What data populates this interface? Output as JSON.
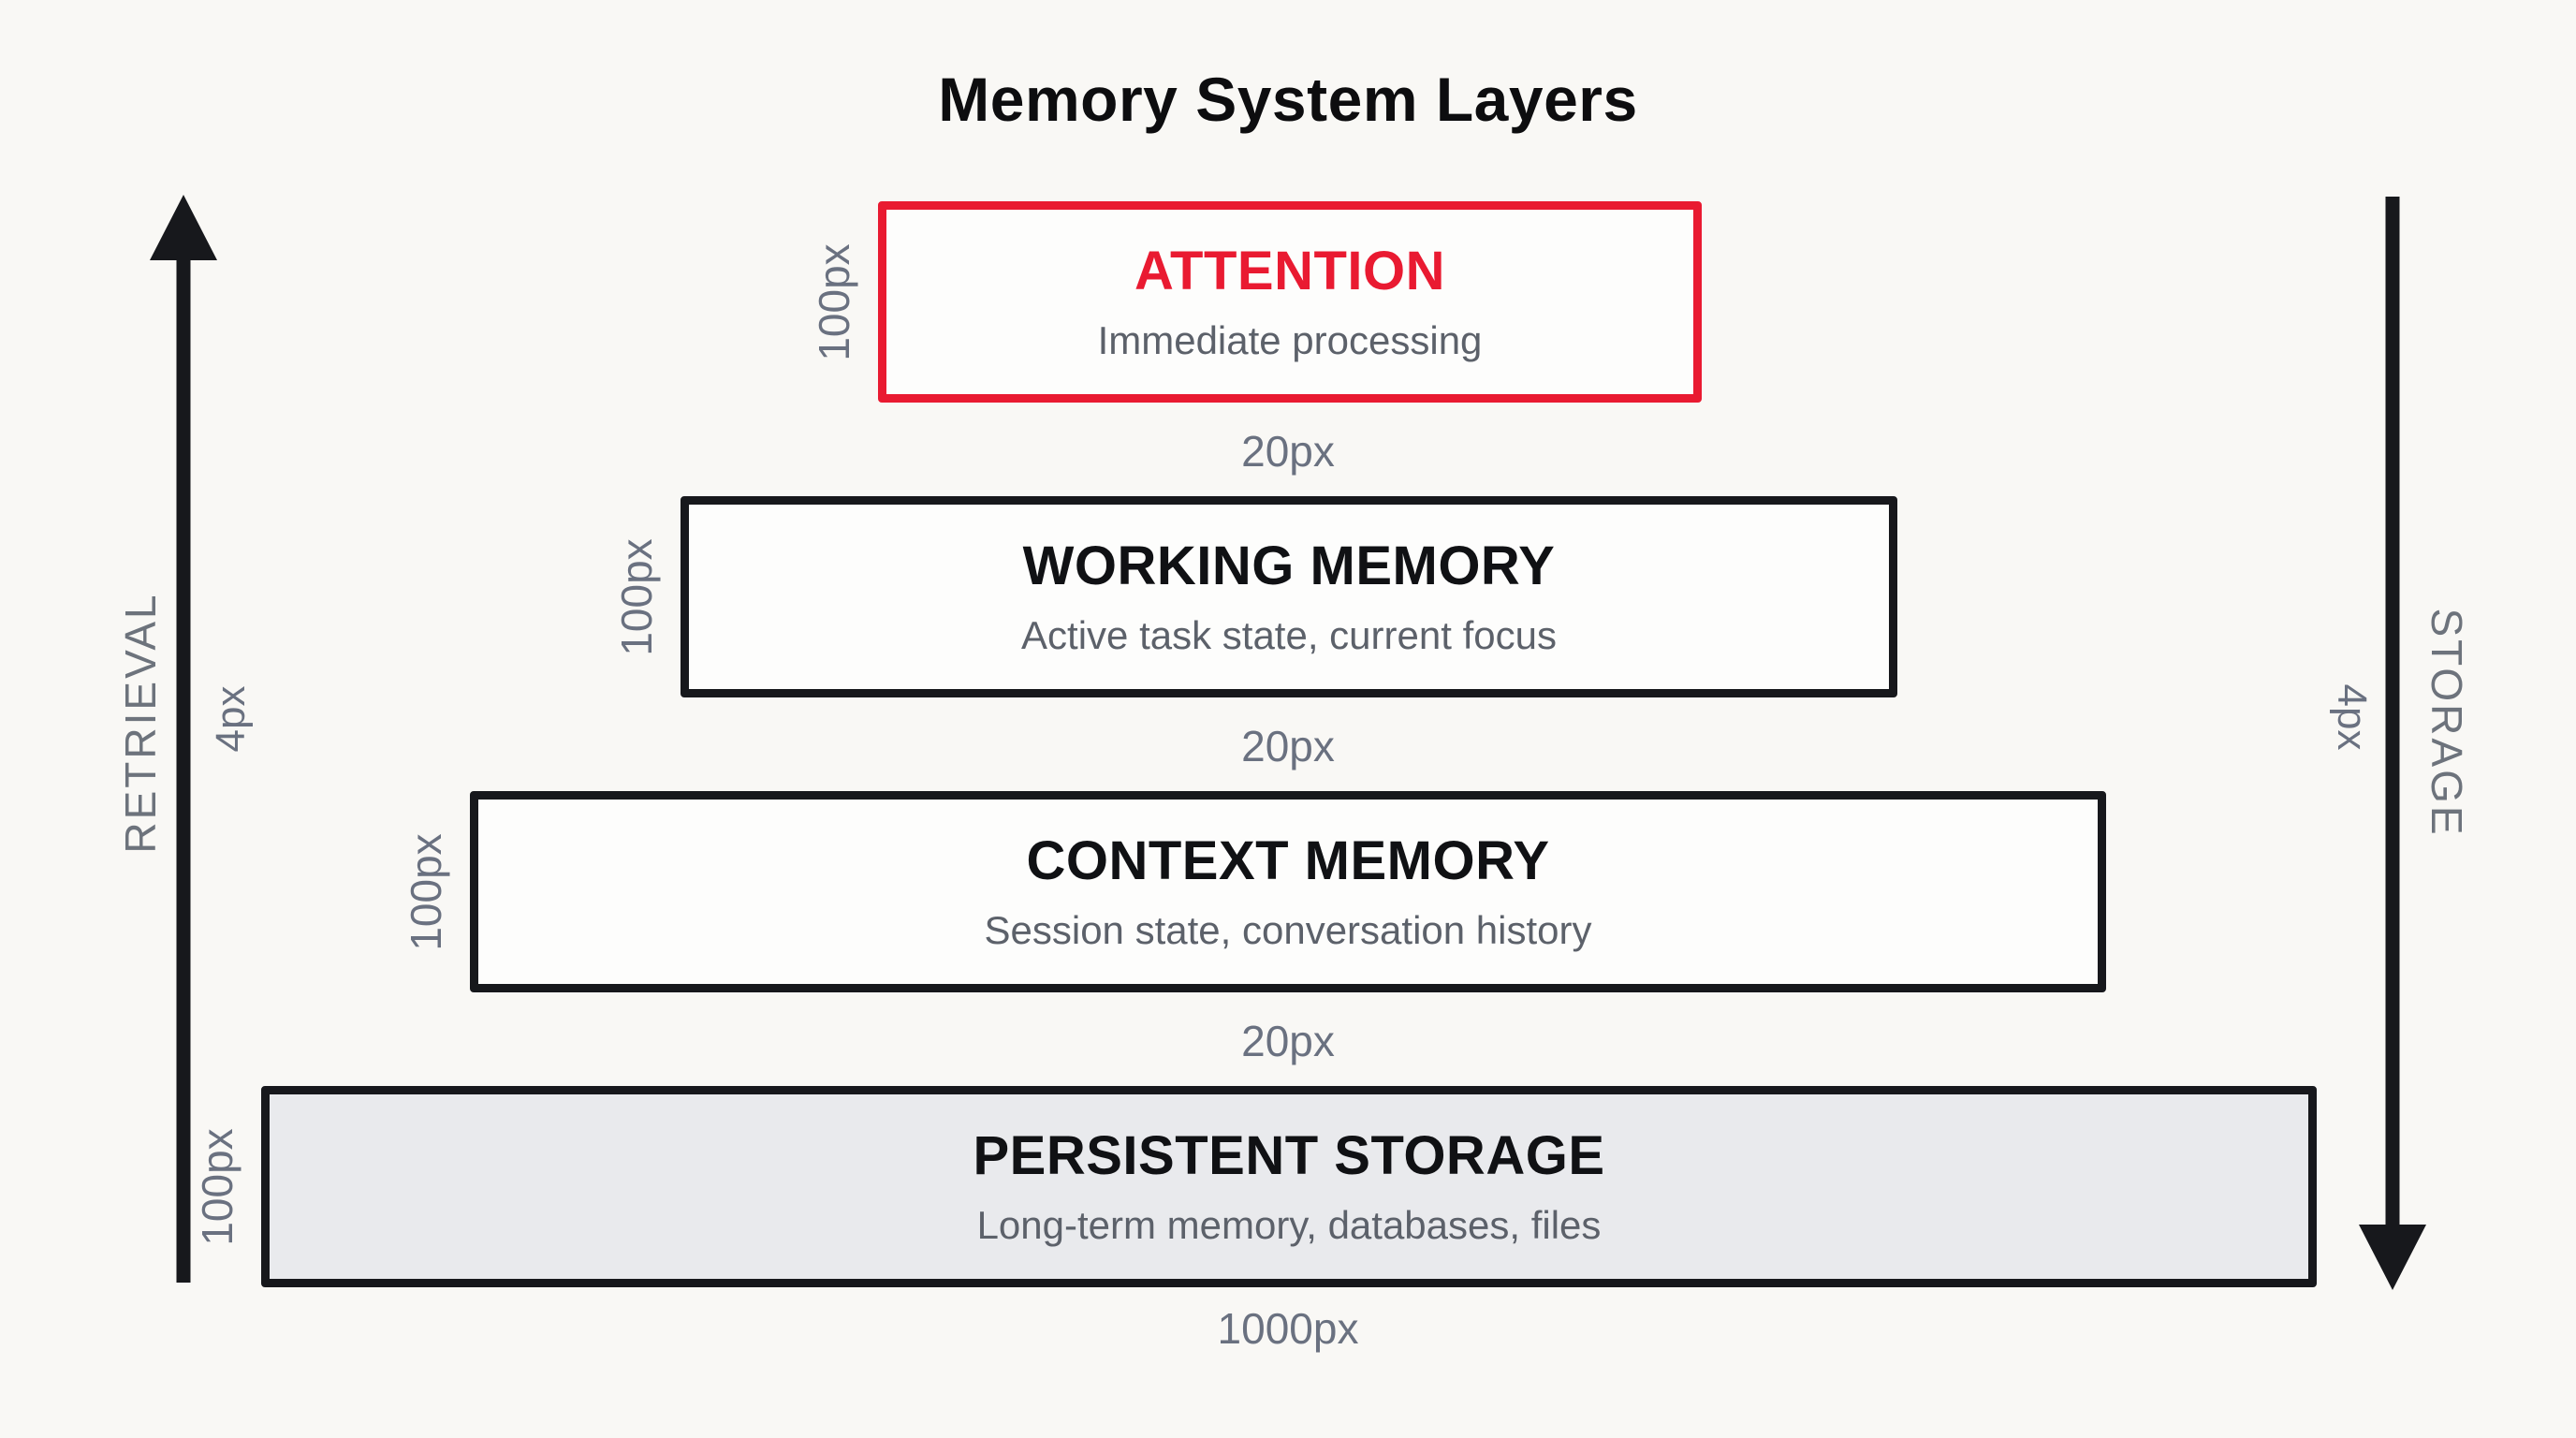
{
  "title": "Memory System Layers",
  "colors": {
    "background": "#f9f8f5",
    "accent_red": "#e91a31",
    "line_black": "#17181c",
    "label_gray": "#6a7180",
    "subtitle_gray": "#5c616a",
    "persistent_fill": "#e9eaed",
    "box_fill": "#fdfdfc"
  },
  "layers": [
    {
      "title": "ATTENTION",
      "subtitle": "Immediate processing",
      "height_label": "100px",
      "border": "red"
    },
    {
      "title": "WORKING MEMORY",
      "subtitle": "Active task state, current focus",
      "height_label": "100px",
      "border": "black"
    },
    {
      "title": "CONTEXT MEMORY",
      "subtitle": "Session state, conversation history",
      "height_label": "100px",
      "border": "black"
    },
    {
      "title": "PERSISTENT STORAGE",
      "subtitle": "Long-term memory, databases, files",
      "height_label": "100px",
      "border": "black"
    }
  ],
  "gap_labels": [
    "20px",
    "20px",
    "20px"
  ],
  "bottom_width_label": "1000px",
  "left_axis": {
    "label": "RETRIEVAL",
    "stroke_label": "4px",
    "direction": "up"
  },
  "right_axis": {
    "label": "STORAGE",
    "stroke_label": "4px",
    "direction": "down"
  }
}
